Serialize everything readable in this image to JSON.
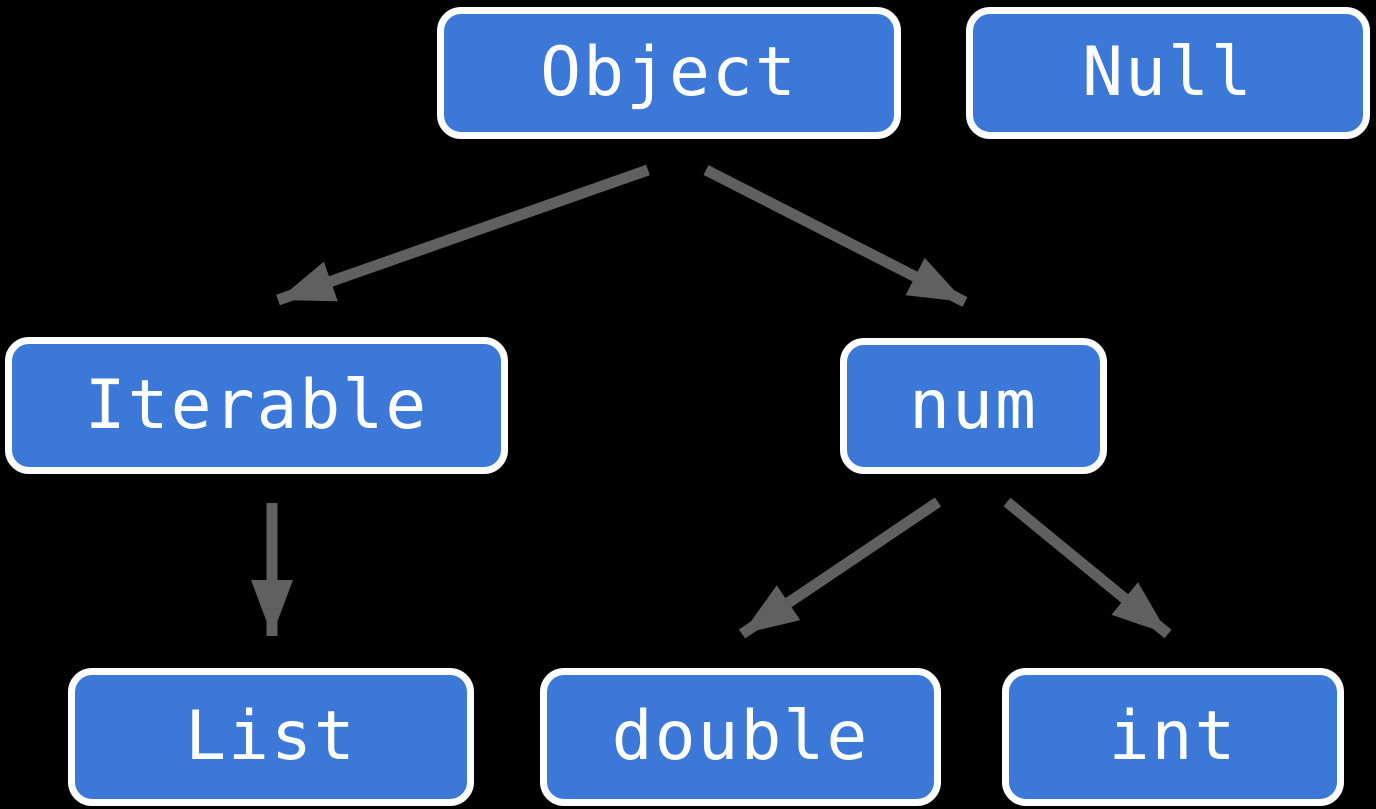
{
  "diagram": {
    "type": "type-hierarchy-tree",
    "colors": {
      "background": "#000000",
      "node_fill": "#3c78d8",
      "node_border": "#ffffff",
      "node_text": "#ffffff",
      "arrow": "#606060"
    },
    "nodes": [
      {
        "id": "object",
        "label": "Object"
      },
      {
        "id": "null",
        "label": "Null"
      },
      {
        "id": "iterable",
        "label": "Iterable"
      },
      {
        "id": "num",
        "label": "num"
      },
      {
        "id": "list",
        "label": "List"
      },
      {
        "id": "double",
        "label": "double"
      },
      {
        "id": "int",
        "label": "int"
      }
    ],
    "edges": [
      {
        "from": "object",
        "to": "iterable"
      },
      {
        "from": "object",
        "to": "num"
      },
      {
        "from": "iterable",
        "to": "list"
      },
      {
        "from": "num",
        "to": "double"
      },
      {
        "from": "num",
        "to": "int"
      }
    ]
  }
}
